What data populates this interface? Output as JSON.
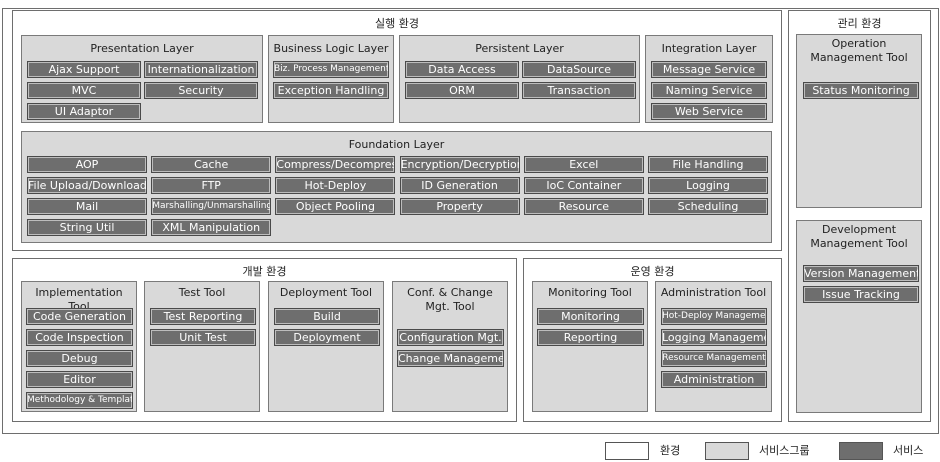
{
  "runtime": {
    "title": "실행 환경",
    "groups": {
      "presentation": {
        "title": "Presentation Layer",
        "items": [
          "Ajax Support",
          "Internationalization",
          "MVC",
          "Security",
          "UI Adaptor"
        ]
      },
      "business": {
        "title": "Business Logic Layer",
        "items": [
          "Biz. Process Management",
          "Exception Handling"
        ]
      },
      "persistent": {
        "title": "Persistent Layer",
        "items": [
          "Data Access",
          "DataSource",
          "ORM",
          "Transaction"
        ]
      },
      "integration": {
        "title": "Integration Layer",
        "items": [
          "Message Service",
          "Naming Service",
          "Web Service"
        ]
      },
      "foundation": {
        "title": "Foundation Layer",
        "items": [
          "AOP",
          "Cache",
          "Compress/Decompress",
          "Encryption/Decryption",
          "Excel",
          "File Handling",
          "File Upload/Download",
          "FTP",
          "Hot-Deploy",
          "ID Generation",
          "IoC Container",
          "Logging",
          "Mail",
          "Marshalling/Unmarshalling",
          "Object Pooling",
          "Property",
          "Resource",
          "Scheduling",
          "String Util",
          "XML Manipulation"
        ]
      }
    }
  },
  "management": {
    "title": "관리 환경",
    "groups": {
      "operation": {
        "title": "Operation Management Tool",
        "items": [
          "Status Monitoring"
        ]
      },
      "development": {
        "title": "Development Management Tool",
        "items": [
          "Version Management",
          "Issue Tracking"
        ]
      }
    }
  },
  "dev": {
    "title": "개발 환경",
    "groups": {
      "implementation": {
        "title": "Implementation Tool",
        "items": [
          "Code Generation",
          "Code Inspection",
          "Debug",
          "Editor",
          "Methodology & Template"
        ]
      },
      "test": {
        "title": "Test Tool",
        "items": [
          "Test Reporting",
          "Unit Test"
        ]
      },
      "deployment": {
        "title": "Deployment Tool",
        "items": [
          "Build",
          "Deployment"
        ]
      },
      "confchange": {
        "title": "Conf. & Change Mgt. Tool",
        "items": [
          "Configuration Mgt.",
          "Change Management"
        ]
      }
    }
  },
  "ops": {
    "title": "운영 환경",
    "groups": {
      "monitoring": {
        "title": "Monitoring Tool",
        "items": [
          "Monitoring",
          "Reporting"
        ]
      },
      "administration": {
        "title": "Administration Tool",
        "items": [
          "Hot-Deploy Management",
          "Logging Management",
          "Resource Management",
          "Administration"
        ]
      }
    }
  },
  "legend": {
    "env": "환경",
    "group": "서비스그룹",
    "service": "서비스"
  },
  "colors": {
    "environment": "#ffffff",
    "service_group": "#d9d9d9",
    "service": "#6e6e6e"
  }
}
